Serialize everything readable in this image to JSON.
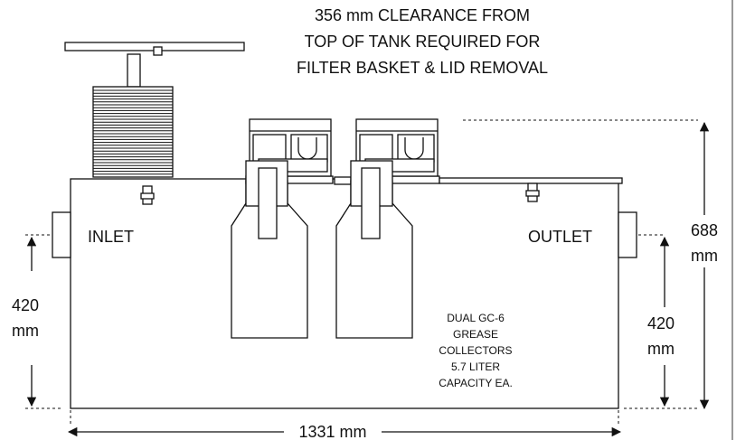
{
  "clearance_note": [
    "356 mm CLEARANCE FROM",
    "TOP OF TANK REQUIRED FOR",
    "FILTER BASKET & LID REMOVAL"
  ],
  "labels": {
    "inlet": "INLET",
    "outlet": "OUTLET"
  },
  "collector_note": [
    "DUAL GC-6",
    "GREASE",
    "COLLECTORS",
    "5.7 LITER",
    "CAPACITY EA."
  ],
  "dimensions": {
    "width": "1331 mm",
    "height_value": "688",
    "height_unit": "mm",
    "inlet_height_value": "420",
    "inlet_height_unit": "mm",
    "outlet_height_value": "420",
    "outlet_height_unit": "mm"
  }
}
